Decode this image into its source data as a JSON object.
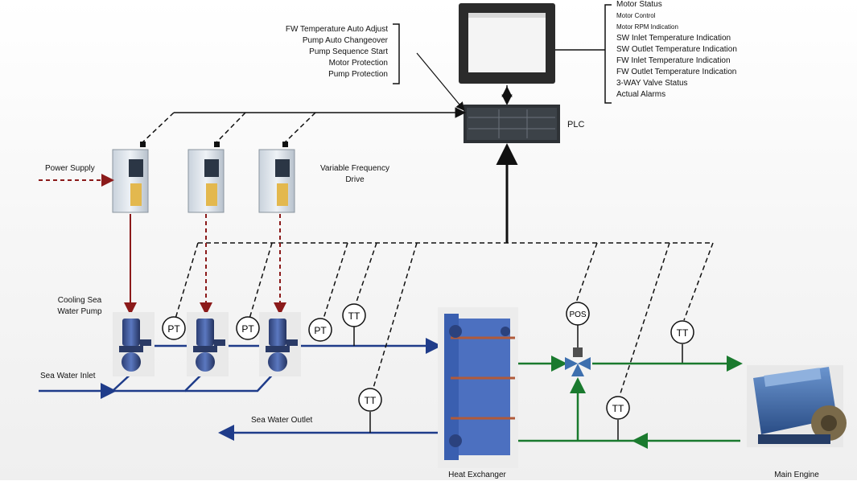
{
  "left_features": [
    "FW Temperature Auto Adjust",
    "Pump Auto Changeover",
    "Pump Sequence Start",
    "Motor Protection",
    "Pump Protection"
  ],
  "right_status": [
    {
      "text": "Motor Status",
      "small": false
    },
    {
      "text": "Motor Control",
      "small": true
    },
    {
      "text": "Motor RPM Indication",
      "small": true
    },
    {
      "text": "SW Inlet Temperature Indication",
      "small": false
    },
    {
      "text": "SW Outlet Temperature Indication",
      "small": false
    },
    {
      "text": "FW Inlet Temperature Indication",
      "small": false
    },
    {
      "text": "FW Outlet Temperature Indication",
      "small": false
    },
    {
      "text": "3-WAY Valve Status",
      "small": false
    },
    {
      "text": "Actual Alarms",
      "small": false
    }
  ],
  "labels": {
    "plc": "PLC",
    "power_supply": "Power Supply",
    "vfd": "Variable Frequency Drive",
    "cooling_pump": "Cooling Sea Water Pump",
    "sea_water_inlet": "Sea Water Inlet",
    "sea_water_outlet": "Sea Water Outlet",
    "heat_exchanger": "Heat Exchanger",
    "main_engine": "Main Engine"
  },
  "sensors": {
    "pt": "PT",
    "tt": "TT",
    "pos": "POS"
  },
  "colors": {
    "sea_water_line": "#1f3c8a",
    "fresh_water_line": "#1a7a2e",
    "power_line": "#8b1a1a",
    "signal_line": "#111111",
    "exchanger": "#3a5fb0",
    "engine": "#3d6fae"
  }
}
